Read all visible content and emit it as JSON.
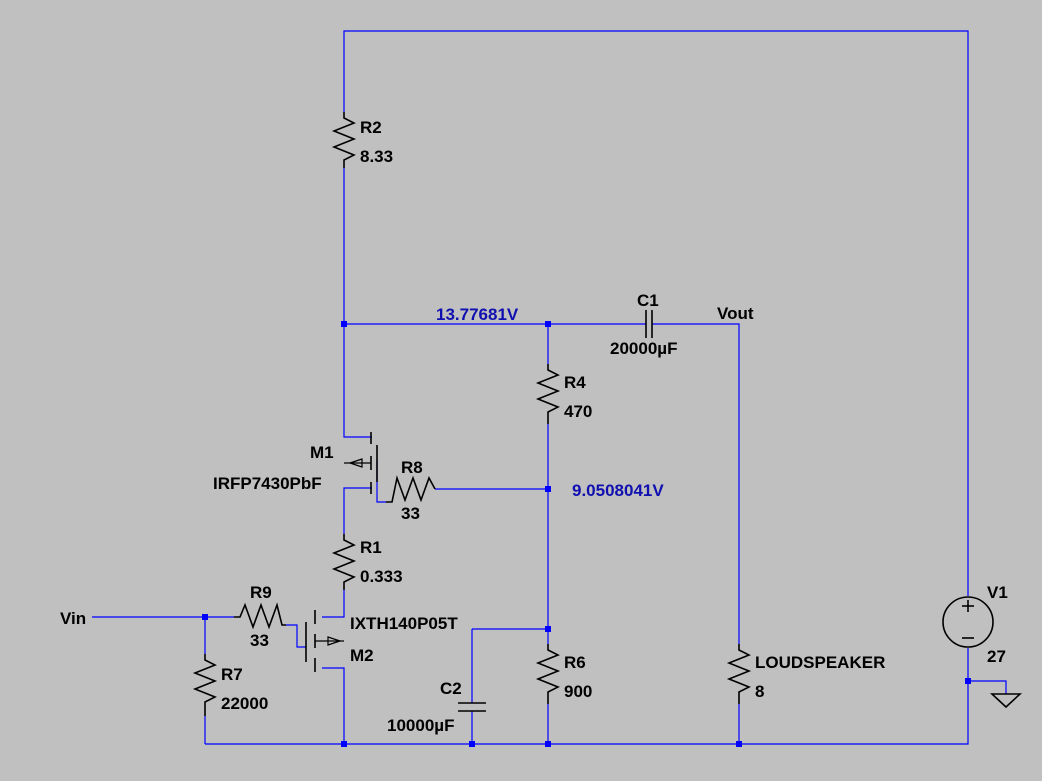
{
  "components": {
    "R2": {
      "ref": "R2",
      "value": "8.33"
    },
    "R4": {
      "ref": "R4",
      "value": "470"
    },
    "R8": {
      "ref": "R8",
      "value": "33"
    },
    "R1": {
      "ref": "R1",
      "value": "0.333"
    },
    "R9": {
      "ref": "R9",
      "value": "33"
    },
    "R7": {
      "ref": "R7",
      "value": "22000"
    },
    "R6": {
      "ref": "R6",
      "value": "900"
    },
    "C1": {
      "ref": "C1",
      "value": "20000µF"
    },
    "C2": {
      "ref": "C2",
      "value": "10000µF"
    },
    "M1": {
      "ref": "M1",
      "value": "IRFP7430PbF"
    },
    "M2": {
      "ref": "M2",
      "value": "IXTH140P05T"
    },
    "LOUDSPEAKER": {
      "ref": "LOUDSPEAKER",
      "value": "8"
    },
    "V1": {
      "ref": "V1",
      "value": "27"
    }
  },
  "nets": {
    "vin": "Vin",
    "vout": "Vout"
  },
  "voltages": {
    "node_top": "13.77681V",
    "node_mid": "9.0508041V"
  },
  "colors": {
    "background": "#c0c0c0",
    "wire": "#0000ff",
    "voltage_label": "#1010b0",
    "component": "#000000"
  }
}
